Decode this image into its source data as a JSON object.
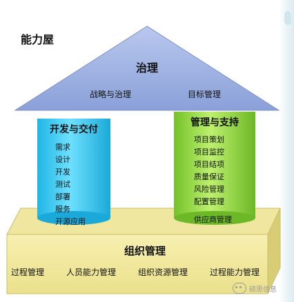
{
  "page_title": "能力屋",
  "roof": {
    "title": "治理",
    "items": [
      "战略与治理",
      "目标管理"
    ],
    "color": "#9aaee0"
  },
  "pillars": {
    "left": {
      "title": "开发与交付",
      "items": [
        "需求",
        "设计",
        "开发",
        "测试",
        "部署",
        "服务",
        "开源应用"
      ],
      "color": "#34c7f0"
    },
    "right": {
      "title": "管理与支持",
      "items": [
        "项目策划",
        "项目监控",
        "项目结项",
        "质量保证",
        "风险管理",
        "配置管理",
        "供应商管理"
      ],
      "color": "#8fd13c"
    }
  },
  "base": {
    "title": "组织管理",
    "items": [
      "过程管理",
      "人员能力管理",
      "组织资源管理",
      "过程能力管理"
    ],
    "color": "#f2ea9c"
  },
  "watermark": {
    "icon": "wechat-icon",
    "text": "硕思信息"
  }
}
